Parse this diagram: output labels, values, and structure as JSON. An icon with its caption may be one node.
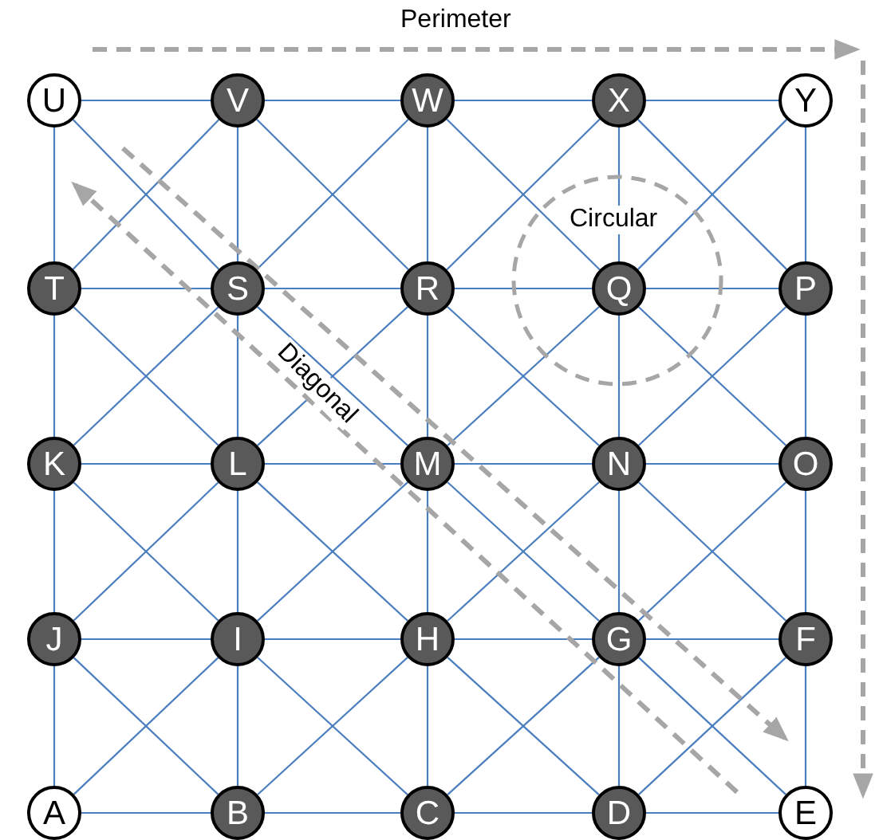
{
  "diagram": {
    "nodes": [
      {
        "text": [
          "U"
        ]
      },
      {
        "text": [
          "V"
        ]
      },
      {
        "text": [
          "W"
        ]
      },
      {
        "text": [
          "X"
        ]
      },
      {
        "text": [
          "Y"
        ]
      },
      {
        "text": [
          "T"
        ]
      },
      {
        "text": [
          "S"
        ]
      },
      {
        "text": [
          "R"
        ]
      },
      {
        "text": [
          "Q"
        ]
      },
      {
        "text": [
          "P"
        ]
      },
      {
        "text": [
          "K"
        ]
      },
      {
        "text": [
          "L"
        ]
      },
      {
        "text": [
          "M"
        ]
      },
      {
        "text": [
          "N"
        ]
      },
      {
        "text": [
          "O"
        ]
      },
      {
        "text": [
          "J"
        ]
      },
      {
        "text": [
          "I"
        ]
      },
      {
        "text": [
          "H"
        ]
      },
      {
        "text": [
          "G"
        ]
      },
      {
        "text": [
          "F"
        ]
      },
      {
        "text": [
          "A"
        ]
      },
      {
        "text": [
          "B"
        ]
      },
      {
        "text": [
          "C"
        ]
      },
      {
        "text": [
          "D"
        ]
      },
      {
        "text": [
          "E"
        ]
      }
    ],
    "edges": [
      {
        "from": 0,
        "to": 1,
        "arrow": "none"
      },
      {
        "from": 0,
        "to": 5,
        "arrow": "none"
      },
      {
        "from": 0,
        "to": 6,
        "arrow": "none"
      },
      {
        "from": 1,
        "to": 2,
        "arrow": "none"
      },
      {
        "from": 1,
        "to": 6,
        "arrow": "none"
      },
      {
        "from": 1,
        "to": 7,
        "arrow": "none"
      },
      {
        "from": 1,
        "to": 5,
        "arrow": "none"
      },
      {
        "from": 2,
        "to": 3,
        "arrow": "none"
      },
      {
        "from": 2,
        "to": 7,
        "arrow": "none"
      },
      {
        "from": 2,
        "to": 8,
        "arrow": "none"
      },
      {
        "from": 2,
        "to": 6,
        "arrow": "none"
      },
      {
        "from": 3,
        "to": 4,
        "arrow": "none"
      },
      {
        "from": 3,
        "to": 8,
        "arrow": "none"
      },
      {
        "from": 3,
        "to": 9,
        "arrow": "none"
      },
      {
        "from": 3,
        "to": 7,
        "arrow": "none"
      },
      {
        "from": 4,
        "to": 9,
        "arrow": "none"
      },
      {
        "from": 4,
        "to": 8,
        "arrow": "none"
      },
      {
        "from": 5,
        "to": 6,
        "arrow": "none"
      },
      {
        "from": 5,
        "to": 10,
        "arrow": "none"
      },
      {
        "from": 5,
        "to": 11,
        "arrow": "none"
      },
      {
        "from": 6,
        "to": 7,
        "arrow": "none"
      },
      {
        "from": 6,
        "to": 11,
        "arrow": "none"
      },
      {
        "from": 6,
        "to": 12,
        "arrow": "none"
      },
      {
        "from": 6,
        "to": 10,
        "arrow": "none"
      },
      {
        "from": 7,
        "to": 8,
        "arrow": "none"
      },
      {
        "from": 7,
        "to": 12,
        "arrow": "none"
      },
      {
        "from": 7,
        "to": 13,
        "arrow": "none"
      },
      {
        "from": 7,
        "to": 11,
        "arrow": "none"
      },
      {
        "from": 8,
        "to": 9,
        "arrow": "none"
      },
      {
        "from": 8,
        "to": 13,
        "arrow": "none"
      },
      {
        "from": 8,
        "to": 14,
        "arrow": "none"
      },
      {
        "from": 8,
        "to": 12,
        "arrow": "none"
      },
      {
        "from": 9,
        "to": 14,
        "arrow": "none"
      },
      {
        "from": 9,
        "to": 13,
        "arrow": "none"
      },
      {
        "from": 10,
        "to": 11,
        "arrow": "none"
      },
      {
        "from": 10,
        "to": 15,
        "arrow": "none"
      },
      {
        "from": 10,
        "to": 16,
        "arrow": "none"
      },
      {
        "from": 11,
        "to": 12,
        "arrow": "none"
      },
      {
        "from": 11,
        "to": 16,
        "arrow": "none"
      },
      {
        "from": 11,
        "to": 17,
        "arrow": "none"
      },
      {
        "from": 11,
        "to": 15,
        "arrow": "none"
      },
      {
        "from": 12,
        "to": 13,
        "arrow": "none"
      },
      {
        "from": 12,
        "to": 17,
        "arrow": "none"
      },
      {
        "from": 12,
        "to": 18,
        "arrow": "none"
      },
      {
        "from": 12,
        "to": 16,
        "arrow": "none"
      },
      {
        "from": 13,
        "to": 14,
        "arrow": "none"
      },
      {
        "from": 13,
        "to": 18,
        "arrow": "none"
      },
      {
        "from": 13,
        "to": 19,
        "arrow": "none"
      },
      {
        "from": 13,
        "to": 17,
        "arrow": "none"
      },
      {
        "from": 14,
        "to": 19,
        "arrow": "none"
      },
      {
        "from": 14,
        "to": 18,
        "arrow": "none"
      },
      {
        "from": 15,
        "to": 16,
        "arrow": "none"
      },
      {
        "from": 15,
        "to": 20,
        "arrow": "none"
      },
      {
        "from": 15,
        "to": 21,
        "arrow": "none"
      },
      {
        "from": 16,
        "to": 17,
        "arrow": "none"
      },
      {
        "from": 16,
        "to": 21,
        "arrow": "none"
      },
      {
        "from": 16,
        "to": 22,
        "arrow": "none"
      },
      {
        "from": 16,
        "to": 20,
        "arrow": "none"
      },
      {
        "from": 17,
        "to": 18,
        "arrow": "none"
      },
      {
        "from": 17,
        "to": 22,
        "arrow": "none"
      },
      {
        "from": 17,
        "to": 23,
        "arrow": "none"
      },
      {
        "from": 17,
        "to": 21,
        "arrow": "none"
      },
      {
        "from": 18,
        "to": 19,
        "arrow": "none"
      },
      {
        "from": 18,
        "to": 23,
        "arrow": "none"
      },
      {
        "from": 18,
        "to": 24,
        "arrow": "none"
      },
      {
        "from": 18,
        "to": 22,
        "arrow": "none"
      },
      {
        "from": 19,
        "to": 24,
        "arrow": "none"
      },
      {
        "from": 19,
        "to": 23,
        "arrow": "none"
      },
      {
        "from": 20,
        "to": 21,
        "arrow": "none"
      },
      {
        "from": 21,
        "to": 22,
        "arrow": "none"
      },
      {
        "from": 22,
        "to": 23,
        "arrow": "none"
      },
      {
        "from": 23,
        "to": 24,
        "arrow": "none"
      }
    ],
    "labels": [
      "Perimeter",
      "Circular",
      "Diagonal"
    ]
  }
}
